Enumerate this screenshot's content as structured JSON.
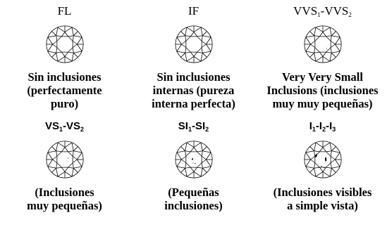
{
  "grades": [
    {
      "id": "fl",
      "label": [
        {
          "t": "FL"
        }
      ],
      "style": "serif",
      "description": [
        "Sin inclusiones",
        "(perfectamente",
        "puro)"
      ],
      "inclusions": "none"
    },
    {
      "id": "if",
      "label": [
        {
          "t": "IF"
        }
      ],
      "style": "serif",
      "description": [
        "Sin inclusiones",
        "internas (pureza",
        "interna perfecta)"
      ],
      "inclusions": "none"
    },
    {
      "id": "vvs",
      "label": [
        {
          "t": "VVS"
        },
        {
          "s": "1"
        },
        {
          "t": "-VVS"
        },
        {
          "s": "2"
        }
      ],
      "style": "serif",
      "description": [
        "Very Very Small",
        "Inclusions (inclusiones",
        "muy muy pequeñas)"
      ],
      "inclusions": "very very small"
    },
    {
      "id": "vs",
      "label": [
        {
          "t": "VS"
        },
        {
          "s": "1"
        },
        {
          "t": "-VS"
        },
        {
          "s": "2"
        }
      ],
      "style": "sans",
      "description": [
        "(Inclusiones",
        "muy pequeñas)"
      ],
      "inclusions": "very small"
    },
    {
      "id": "si",
      "label": [
        {
          "t": "SI"
        },
        {
          "s": "1"
        },
        {
          "t": "-SI"
        },
        {
          "s": "2"
        }
      ],
      "style": "sans",
      "description": [
        "(Pequeñas",
        "inclusiones)"
      ],
      "inclusions": "small"
    },
    {
      "id": "i",
      "label": [
        {
          "t": "I"
        },
        {
          "s": "1"
        },
        {
          "t": "-I"
        },
        {
          "s": "2"
        },
        {
          "t": "-I"
        },
        {
          "s": "3"
        }
      ],
      "style": "sans",
      "description": [
        "(Inclusiones visibles",
        "a simple vista)"
      ],
      "inclusions": "visible"
    }
  ]
}
